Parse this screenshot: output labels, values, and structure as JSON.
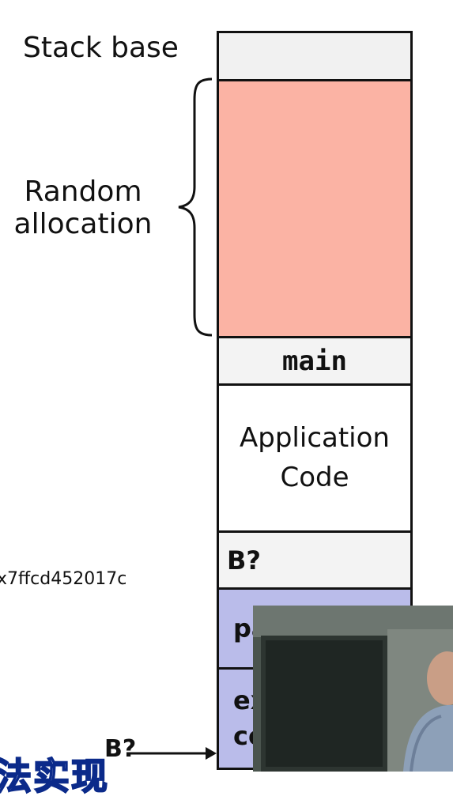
{
  "labels": {
    "stack_base": "Stack base",
    "random_allocation": "Random\nallocation",
    "address": "x7ffcd452017c",
    "b2": "B?",
    "subtitle": "法实现"
  },
  "stack_blocks": {
    "main": "main",
    "application_code": "Application\nCode",
    "b": "B?",
    "pa": "pa",
    "ex_line1": "ex",
    "ex_line2": "co"
  },
  "colors": {
    "random_allocation_fill": "#fbb3a4",
    "lower_block_fill": "#babcea",
    "subtitle_outline": "#0b2a8a"
  },
  "icons": [
    "curly-brace-icon",
    "arrow-right-icon"
  ]
}
